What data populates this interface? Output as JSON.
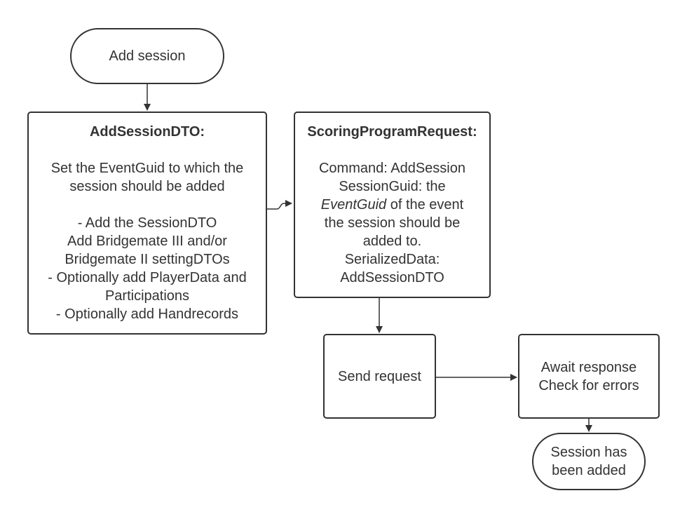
{
  "nodes": {
    "start": {
      "label": "Add session"
    },
    "add_session_dto": {
      "title": "AddSessionDTO:",
      "set_line_1": "Set the EventGuid to which the",
      "set_line_2": "session should be added",
      "step_1": "- Add the SessionDTO",
      "step_2a": "Add Bridgemate III and/or",
      "step_2b": "Bridgemate II settingDTOs",
      "step_3a": "- Optionally add PlayerData and",
      "step_3b": "Participations",
      "step_4": "- Optionally add Handrecords"
    },
    "scoring_request": {
      "title": "ScoringProgramRequest:",
      "command": "Command: AddSession",
      "session_guid": "SessionGuid: the",
      "event_guid_em": "EventGuid",
      "event_guid_rest": " of the event",
      "line_4": "the session should be",
      "line_5": "added to.",
      "serialized_label": "SerializedData:",
      "serialized_value": "AddSessionDTO"
    },
    "send_request": {
      "label": "Send request"
    },
    "await_response": {
      "line_1": "Await response",
      "line_2": "Check for errors"
    },
    "end": {
      "line_1": "Session has",
      "line_2": "been added"
    }
  }
}
